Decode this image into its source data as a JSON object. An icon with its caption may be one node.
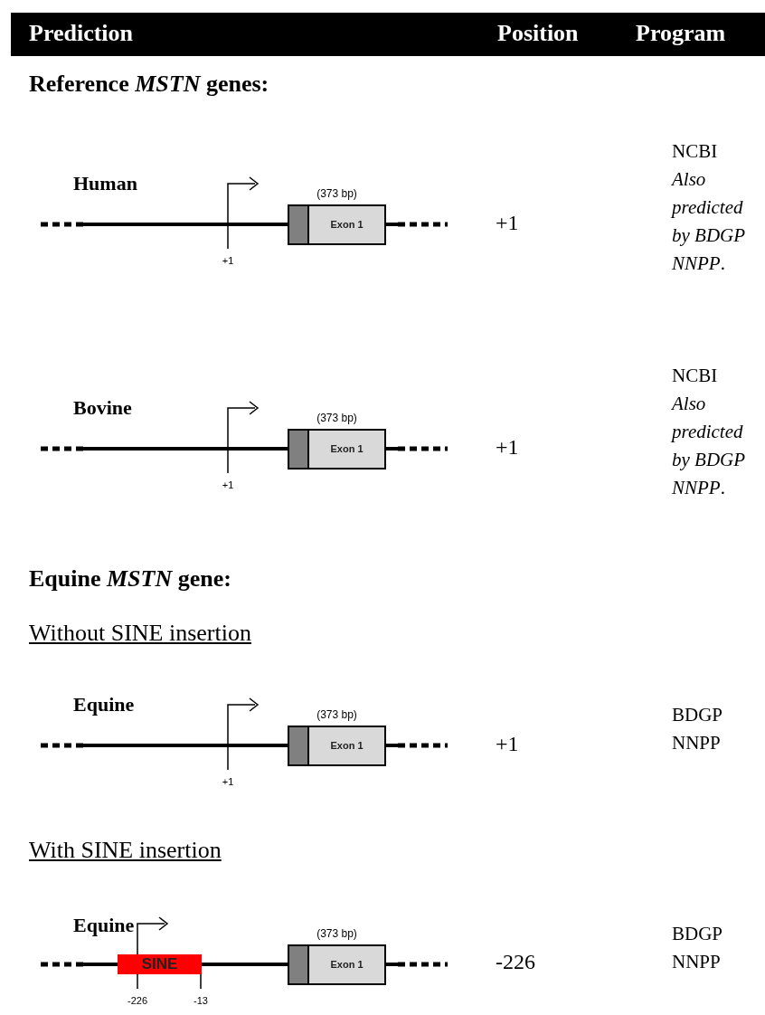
{
  "diagram": {
    "nodes": [
      {
        "text": [
          "Exon 1"
        ],
        "beside": [
          "(373 bp)"
        ]
      },
      {
        "text": [
          "Exon 1"
        ],
        "beside": [
          "(373 bp)"
        ]
      },
      {
        "text": [
          "Exon 1"
        ],
        "beside": [
          "(373 bp)"
        ]
      },
      {
        "text": [
          "SINE"
        ]
      },
      {
        "text": [
          "Exon 1"
        ],
        "beside": [
          "(373 bp)"
        ]
      }
    ],
    "edges": [],
    "labels": [
      "Prediction",
      "Position",
      "Program",
      "Reference *MSTN* genes:",
      "NCBI",
      "*Also predicted by BDGP NNPP*.",
      "Human",
      "+1",
      "+1",
      "NCBI",
      "*Also predicted by BDGP NNPP*.",
      "Bovine",
      "+1",
      "+1",
      "Equine *MSTN* gene:",
      "Without SINE insertion",
      "BDGP NNPP",
      "Equine",
      "+1",
      "+1",
      "With SINE insertion",
      "BDGP NNPP",
      "Equine",
      "-226",
      "-13",
      "-226"
    ]
  }
}
